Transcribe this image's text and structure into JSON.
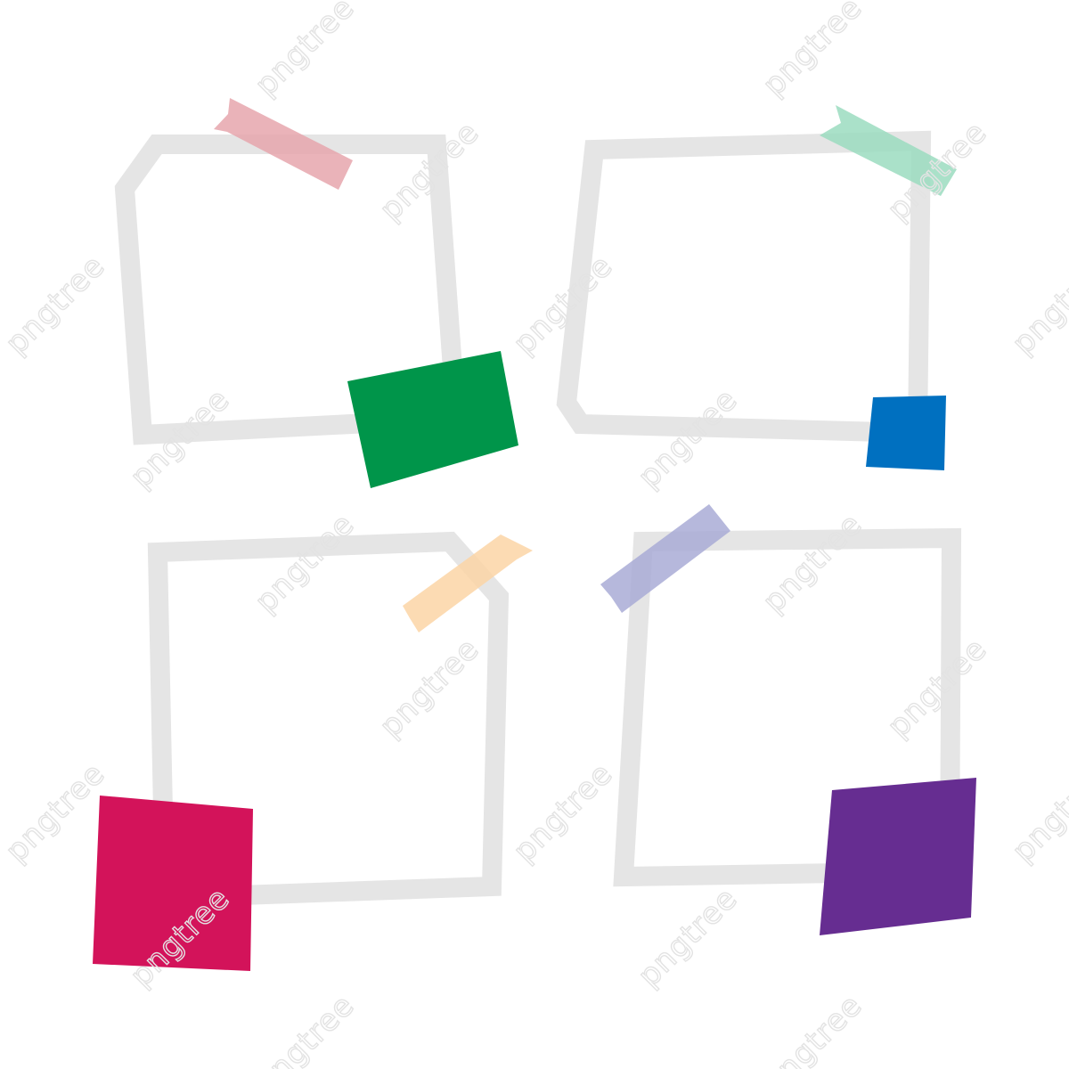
{
  "watermark": {
    "text": "pngtree",
    "color": "#e3e3e3"
  },
  "colors": {
    "background": "#ffffff",
    "frame_stroke": "#e5e5e5"
  },
  "frames": [
    {
      "name": "frame-top-left",
      "tape_color": "#e6a6ad",
      "note_color": "#00954a"
    },
    {
      "name": "frame-top-right",
      "tape_color": "#9bdcc0",
      "note_color": "#0070c0"
    },
    {
      "name": "frame-bottom-left",
      "tape_color": "#fbd5a6",
      "note_color": "#d3135a"
    },
    {
      "name": "frame-bottom-right",
      "tape_color": "#a9acd6",
      "note_color": "#662d91"
    }
  ]
}
